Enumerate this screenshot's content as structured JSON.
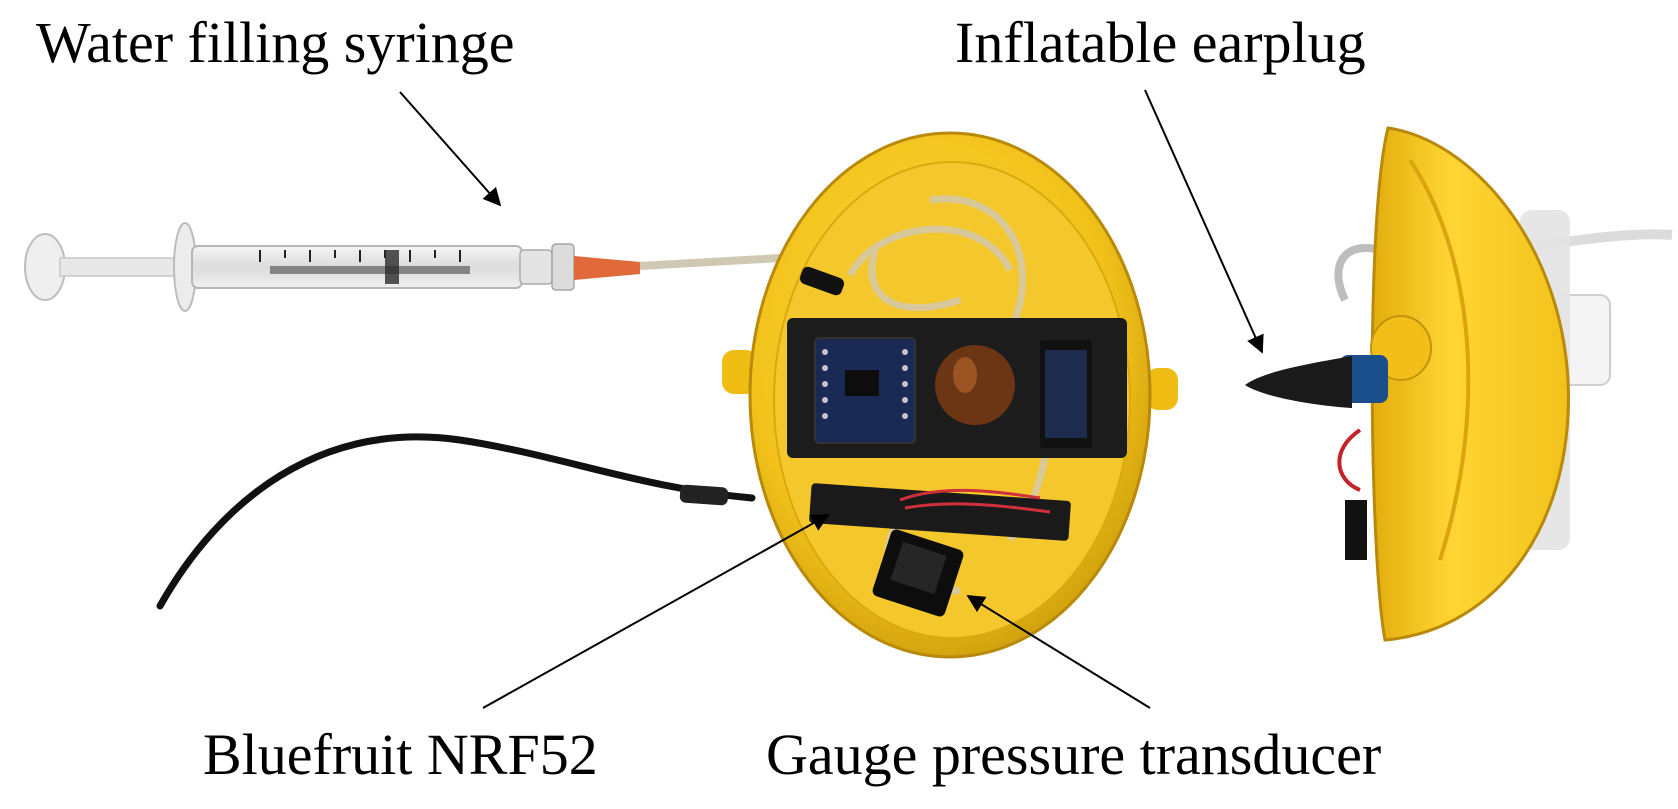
{
  "labels": {
    "syringe": "Water filling syringe",
    "earplug": "Inflatable earplug",
    "microcontroller": "Bluefruit NRF52",
    "transducer": "Gauge pressure transducer"
  },
  "colors": {
    "housing_yellow": "#f2c21b",
    "housing_shadow": "#c99a0a",
    "circuit_black": "#1c1c1c",
    "tubing": "#d8c9a0",
    "cable": "#111111",
    "syringe_tip": "#e06a3a"
  }
}
